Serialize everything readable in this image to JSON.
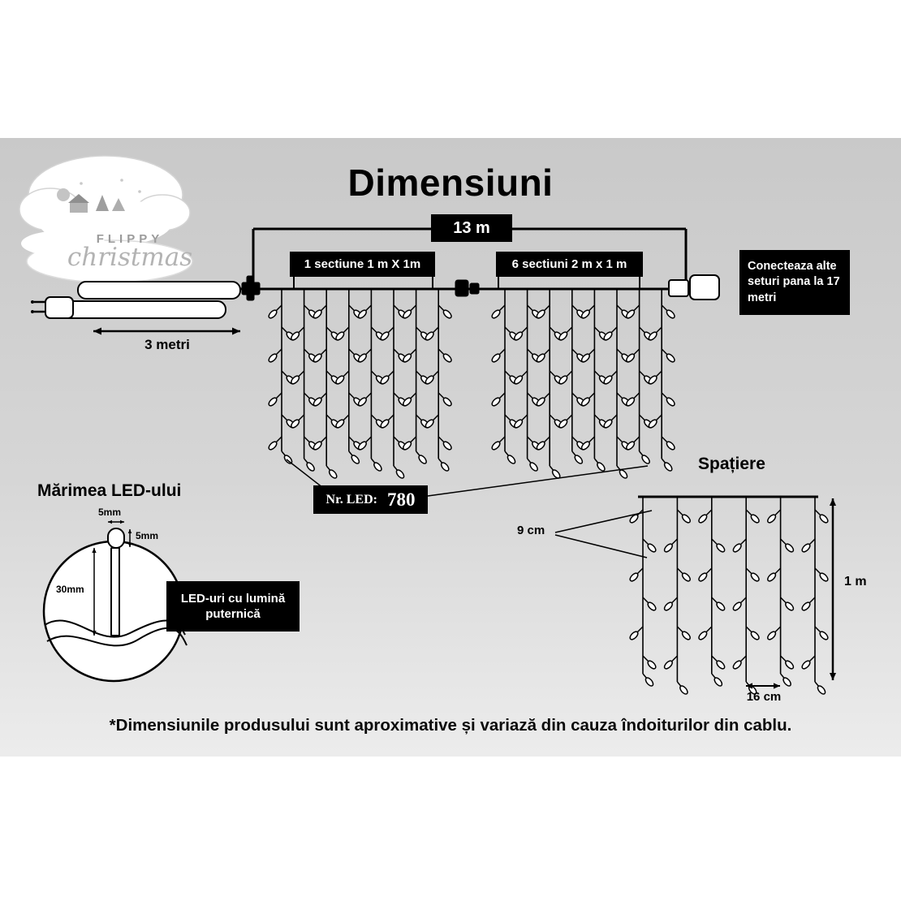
{
  "title": "Dimensiuni",
  "logo": {
    "name_top": "FLIPPY",
    "name_script": "christmas"
  },
  "dimensions": {
    "total_length": "13 m",
    "section_left": "1 sectiune 1 m X 1m",
    "section_right": "6 sectiuni 2 m x 1 m",
    "connect_note": "Conecteaza alte seturi pana la 17 metri",
    "lead_cable": "3 metri"
  },
  "led_count": {
    "label": "Nr. LED:",
    "value": "780"
  },
  "spacing": {
    "title": "Spațiere",
    "led_gap": "9 cm",
    "strand_gap": "16 cm",
    "drop_height": "1 m"
  },
  "led_size": {
    "title": "Mărimea LED-ului",
    "bulb_width": "5mm",
    "bulb_height": "5mm",
    "body_length": "30mm",
    "note": "LED-uri cu lumină puternică"
  },
  "footer_note": "*Dimensiunile produsului sunt aproximative și variază din cauza îndoiturilor din cablu.",
  "diagram": {
    "curtain_strands_per_section": 8,
    "spacing_strands": 6
  }
}
